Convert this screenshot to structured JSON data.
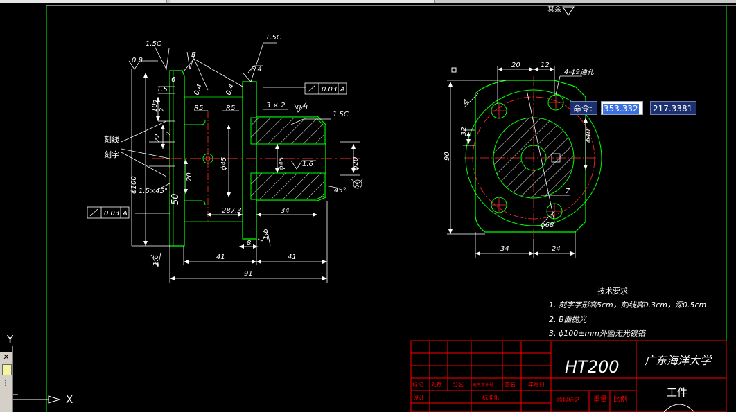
{
  "labels": {
    "surface_top": "其余",
    "roughness_1_5c_a": "1.5C",
    "roughness_1_5c_b": "1.5C",
    "roughness_1_5c_c": "1.5C",
    "roughness_0_8_a": "0.8",
    "roughness_0_8_b": "0.8",
    "roughness_6_4": "6.4",
    "roughness_1_6_a": "1.6",
    "roughness_1_6_b": "1.6",
    "roughness_1_6_c": "1.6",
    "roughness_0_4_a": "0.4",
    "roughness_0_4_b": "0.4",
    "b_label": "B",
    "dim_6": "6",
    "dim_1_5": "1.5",
    "dim_2_a": "2",
    "dim_10": "10",
    "dim_2_b": "2",
    "dim_22": "22",
    "dim_2_c": "2",
    "dim_20_v": "20",
    "dim_r5_a": "R5",
    "dim_r5_b": "R5",
    "dim_3x2": "3 × 2",
    "dim_phi45_a": "ϕ45",
    "dim_phi45_b": "ϕ45",
    "dim_phi20": "ϕ20",
    "dim_phi100": "ϕ100",
    "dim_1_5x45": "1.5×45°",
    "dim_45deg": "45°",
    "dim_50": "50",
    "dim_287": "287.3",
    "dim_34_a": "34",
    "dim_8": "8",
    "dim_41_a": "41",
    "dim_41_b": "41",
    "dim_91": "91",
    "tol_frame_1": "0.03",
    "tol_frame_1_datum": "A",
    "tol_frame_2": "0.03",
    "tol_frame_2_datum": "A",
    "datum_a": "A",
    "engrave_line": "刻线",
    "engrave_char": "刻字",
    "dim_20_top": "20",
    "dim_12": "12",
    "holes_note": "4-ϕ9通孔",
    "dim_90": "90",
    "dim_32": "32",
    "dim_phi_inner": "ϕ40",
    "dim_phi68": "ϕ68",
    "dim_7": "7",
    "dim_34_b": "34",
    "dim_24": "24",
    "dim_4": "4",
    "tech_title": "技术要求",
    "tech_1": "1. 刻字字形高5cm，刻线高0.3cm，深0.5cm",
    "tech_2": "2. B面抛光",
    "tech_3": "3. ϕ100±mm外圆无光镀铬",
    "material": "HT200",
    "school": "广东海洋大学",
    "part_name": "工件",
    "tb_r1": [
      "标记",
      "处数",
      "分区",
      "更改文件号",
      "签名",
      "年月日"
    ],
    "tb_r2_a": "设计",
    "tb_r2_b": "标准化",
    "tb_r2_c": "阶段标记",
    "tb_r2_d": "重量",
    "tb_r2_e": "比例"
  },
  "command_line": {
    "label": "命令:",
    "x_value": "353.332",
    "y_value": "217.3381"
  },
  "ucs": {
    "x_label": "X",
    "y_label": "Y"
  },
  "colors": {
    "background": "#000000",
    "outline": "#00ff00",
    "dims": "#ffffff",
    "center": "#ff3030",
    "titleblock": "#ff0000",
    "cmd_bg": "#1c2f6e",
    "selection": "#3a6fe0"
  }
}
